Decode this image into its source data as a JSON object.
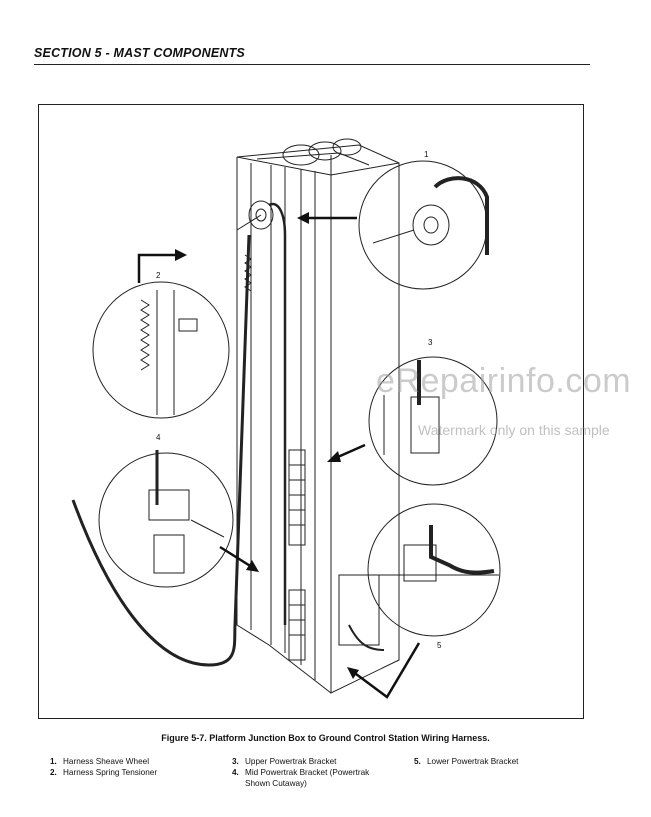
{
  "section_header": "SECTION 5 - MAST COMPONENTS",
  "callouts": [
    "1",
    "2",
    "3",
    "4",
    "5"
  ],
  "watermark": {
    "main": "eRepairinfo.com",
    "sub": "Watermark only on this sample"
  },
  "caption": "Figure 5-7.  Platform Junction Box to Ground Control Station Wiring Harness.",
  "legend": [
    {
      "num": "1.",
      "text": "Harness Sheave Wheel"
    },
    {
      "num": "2.",
      "text": "Harness Spring Tensioner"
    },
    {
      "num": "3.",
      "text": "Upper Powertrak Bracket"
    },
    {
      "num": "4.",
      "text": "Mid Powertrak Bracket (Powertrak",
      "text2": "Shown Cutaway)"
    },
    {
      "num": "5.",
      "text": "Lower Powertrak Bracket"
    }
  ]
}
